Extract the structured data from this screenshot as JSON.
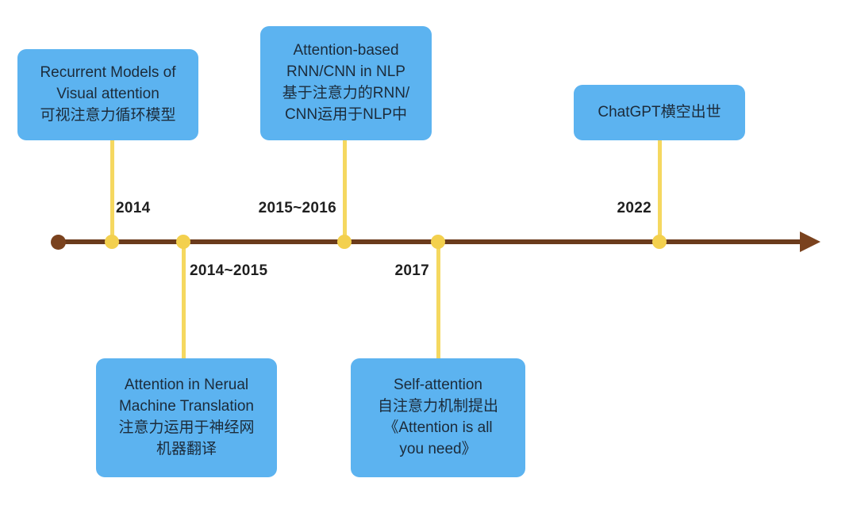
{
  "diagram": {
    "title": "Attention mechanism development timeline",
    "colors": {
      "box_fill": "#5cb3f0",
      "box_text": "#1c2b3a",
      "connector": "#f5d860",
      "node_dot": "#f3d04e",
      "axis": "#6b3b1c",
      "year_text": "#1f1f1f"
    }
  },
  "axis": {
    "start_dot": "timeline-start-dot",
    "arrow": "timeline-arrow-head"
  },
  "milestones": [
    {
      "id": "m2014",
      "year": "2014",
      "year_side": "above",
      "box_side": "above",
      "lines": [
        "Recurrent Models of",
        "Visual attention",
        "可视注意力循环模型"
      ]
    },
    {
      "id": "m2014-2015",
      "year": "2014~2015",
      "year_side": "below",
      "box_side": "below",
      "lines": [
        "Attention in Nerual",
        "Machine Translation",
        "注意力运用于神经网",
        "机器翻译"
      ]
    },
    {
      "id": "m2015-2016",
      "year": "2015~2016",
      "year_side": "above",
      "box_side": "above",
      "lines": [
        "Attention-based",
        "RNN/CNN in NLP",
        "基于注意力的RNN/",
        "CNN运用于NLP中"
      ]
    },
    {
      "id": "m2017",
      "year": "2017",
      "year_side": "below",
      "box_side": "below",
      "lines": [
        "Self-attention",
        "自注意力机制提出",
        "《Attention is all",
        "you need》"
      ]
    },
    {
      "id": "m2022",
      "year": "2022",
      "year_side": "above",
      "box_side": "above",
      "lines": [
        "ChatGPT横空出世"
      ]
    }
  ]
}
